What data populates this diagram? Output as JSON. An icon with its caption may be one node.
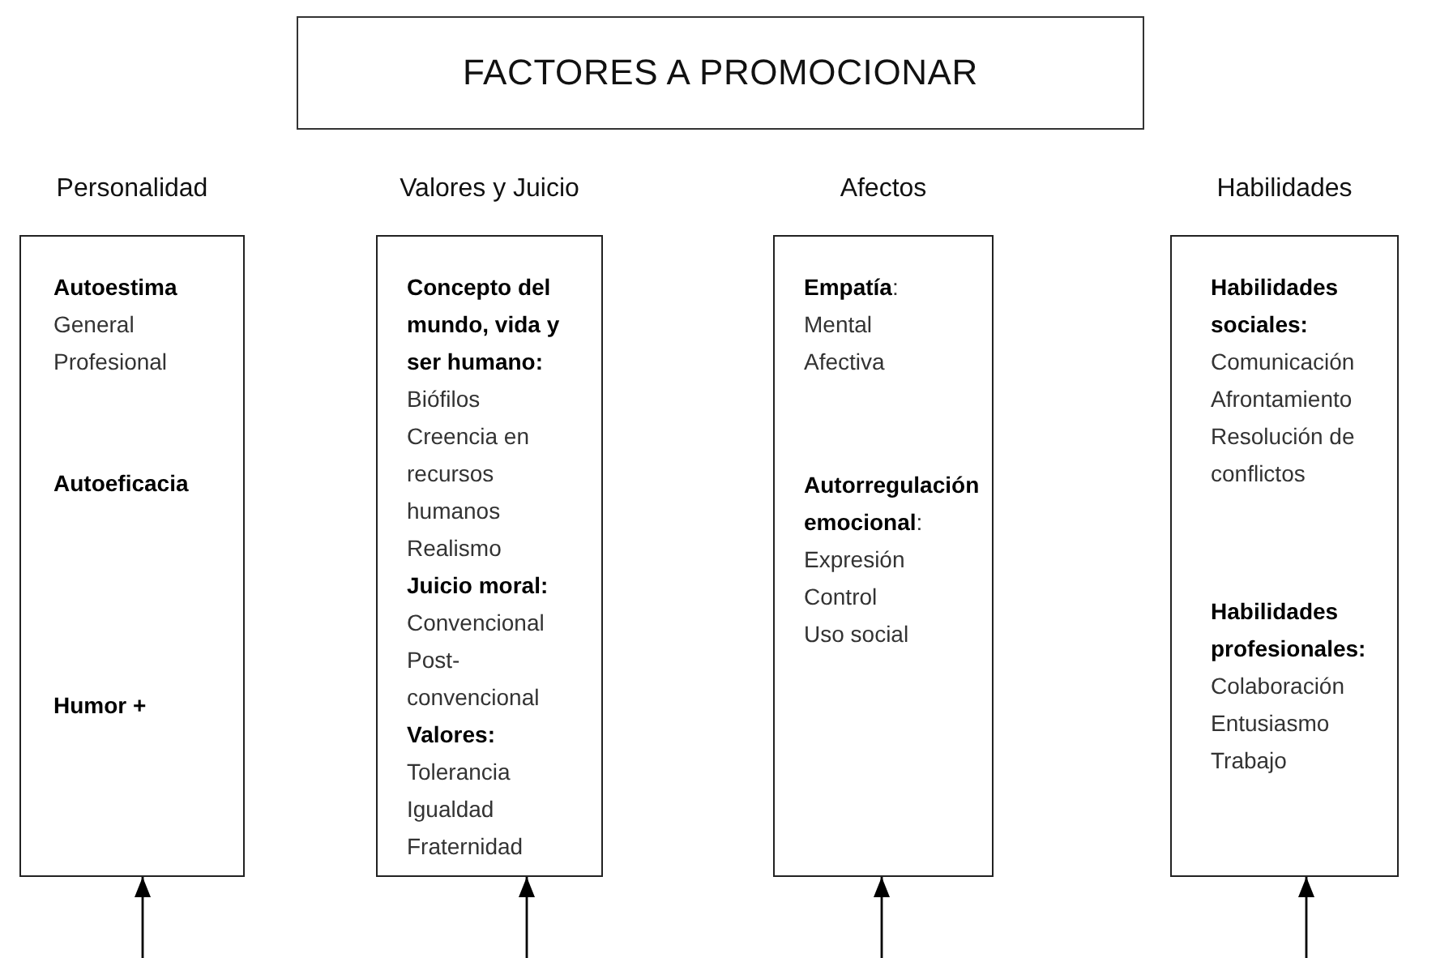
{
  "diagram": {
    "nodes": [
      {
        "text": [
          "FACTORES A PROMOCIONAR"
        ]
      },
      {
        "text": [
          "Personalidad",
          "Autoestima",
          "General",
          "Profesional",
          "Autoeficacia",
          "Humor +"
        ]
      },
      {
        "text": [
          "Valores y Juicio",
          "Concepto del mundo, vida y ser humano:",
          "Biófilos",
          "Creencia en recursos humanos",
          "Realismo",
          "Juicio moral:",
          "Convencional",
          "Post-convencional",
          "Valores:",
          "Tolerancia",
          "Igualdad",
          "Fraternidad"
        ]
      },
      {
        "text": [
          "Afectos",
          "**Empatía**:",
          "Mental",
          "Afectiva",
          "**Autorregulación emocional**:",
          "Expresión",
          "Control",
          "Uso social"
        ]
      },
      {
        "text": [
          "Habilidades",
          "Habilidades sociales:",
          "Comunicación",
          "Afrontamiento",
          "Resolución de conflictos",
          "Habilidades profesionales:",
          "Colaboración",
          "Entusiasmo",
          "Trabajo"
        ]
      }
    ],
    "edges": [
      {
        "from": null,
        "to": 1,
        "arrow": "to"
      },
      {
        "from": null,
        "to": 2,
        "arrow": "to"
      },
      {
        "from": null,
        "to": 3,
        "arrow": "to"
      },
      {
        "from": null,
        "to": 4,
        "arrow": "to"
      }
    ]
  }
}
